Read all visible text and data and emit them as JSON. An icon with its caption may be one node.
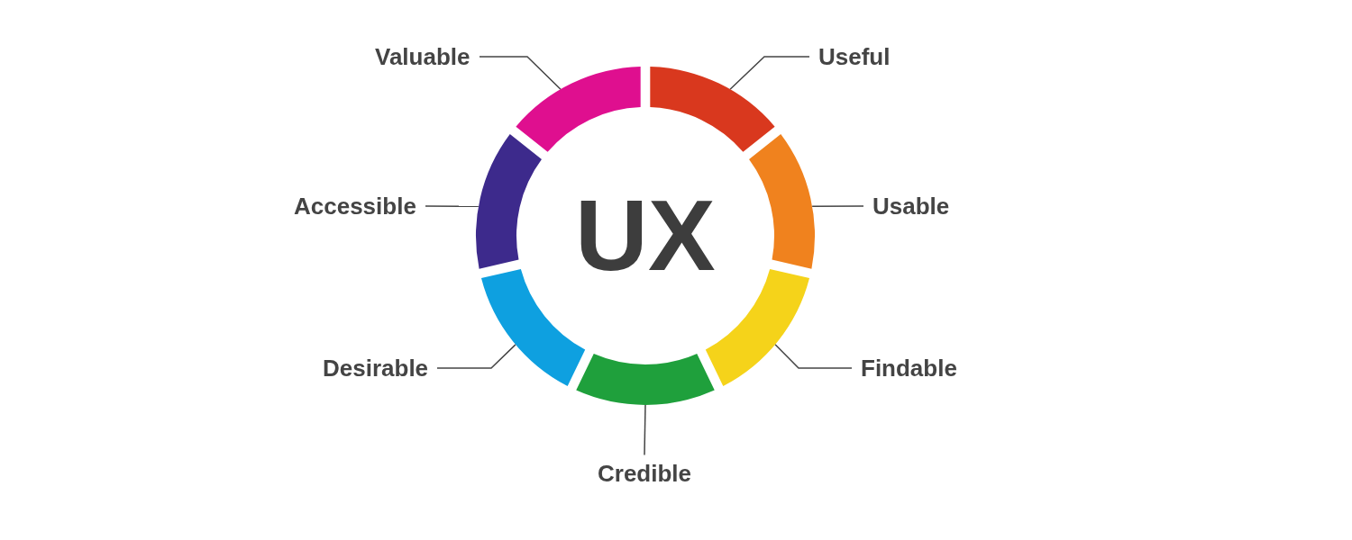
{
  "diagram": {
    "nodes": [
      {
        "text": [
          "Valuable"
        ]
      },
      {
        "text": [
          "Useful"
        ]
      },
      {
        "text": [
          "Accessible"
        ]
      },
      {
        "text": [
          "Usable"
        ]
      },
      {
        "text": [
          "Desirable"
        ]
      },
      {
        "text": [
          "Findable"
        ]
      },
      {
        "text": [
          "Credible"
        ]
      },
      {
        "text": [],
        "shape": "arc"
      },
      {
        "text": [],
        "shape": "arc"
      },
      {
        "text": [],
        "shape": "arc"
      },
      {
        "text": [],
        "shape": "arc"
      },
      {
        "text": [],
        "shape": "arc"
      },
      {
        "text": [],
        "shape": "arc"
      },
      {
        "text": [],
        "shape": "arc"
      }
    ],
    "edges": [
      {
        "from": 0,
        "to": 7,
        "arrow": "none"
      },
      {
        "from": 1,
        "to": 8,
        "arrow": "none"
      },
      {
        "from": 2,
        "to": 9,
        "arrow": "none"
      },
      {
        "from": 3,
        "to": 10,
        "arrow": "none"
      },
      {
        "from": 4,
        "to": 11,
        "arrow": "none"
      },
      {
        "from": 5,
        "to": 12,
        "arrow": "none"
      },
      {
        "from": 6,
        "to": 13,
        "arrow": "none"
      }
    ],
    "labels": [
      "UX"
    ]
  }
}
